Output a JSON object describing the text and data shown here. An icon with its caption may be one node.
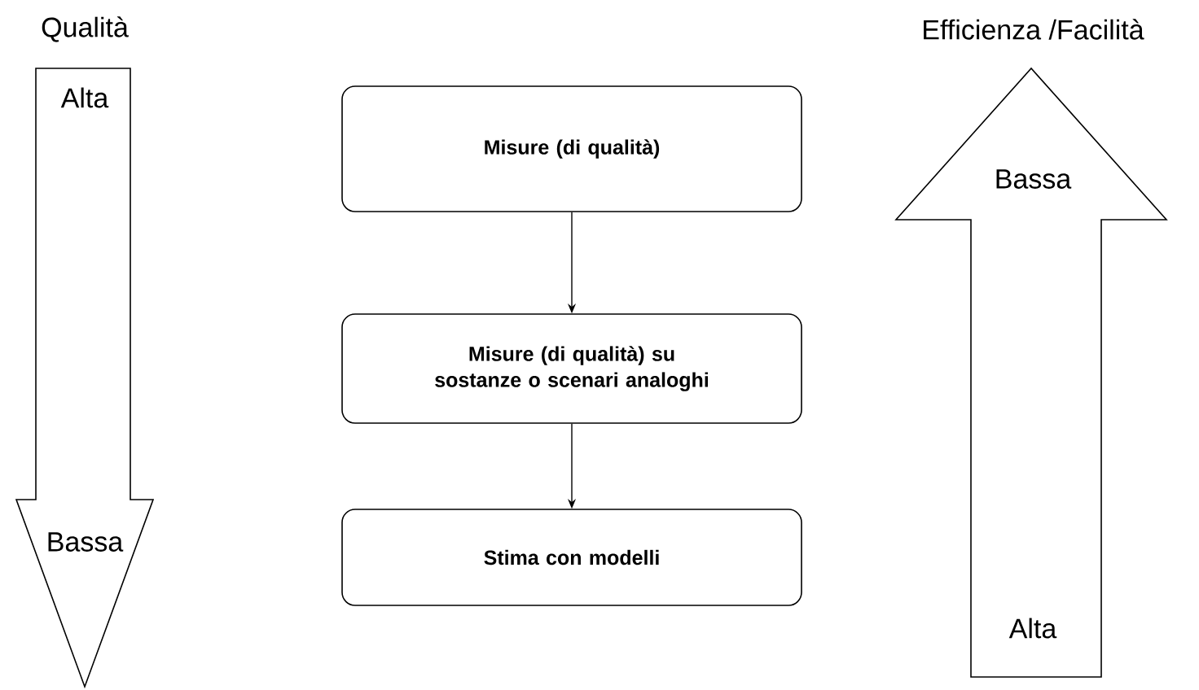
{
  "diagram": {
    "nodes": [
      {
        "text": [
          "Qualità",
          "Alta",
          "Bassa"
        ]
      },
      {
        "text": [
          "Misure (di qualità)"
        ]
      },
      {
        "text": [
          "Misure (di qualità) su sostanze o scenari analoghi"
        ]
      },
      {
        "text": [
          "Stima con modelli"
        ]
      },
      {
        "text": [
          "Efficienza /Facilità",
          "Bassa",
          "Alta"
        ]
      }
    ],
    "edges": [
      {
        "from": 1,
        "to": 2,
        "arrow": "to"
      },
      {
        "from": 2,
        "to": 3,
        "arrow": "to"
      }
    ]
  }
}
